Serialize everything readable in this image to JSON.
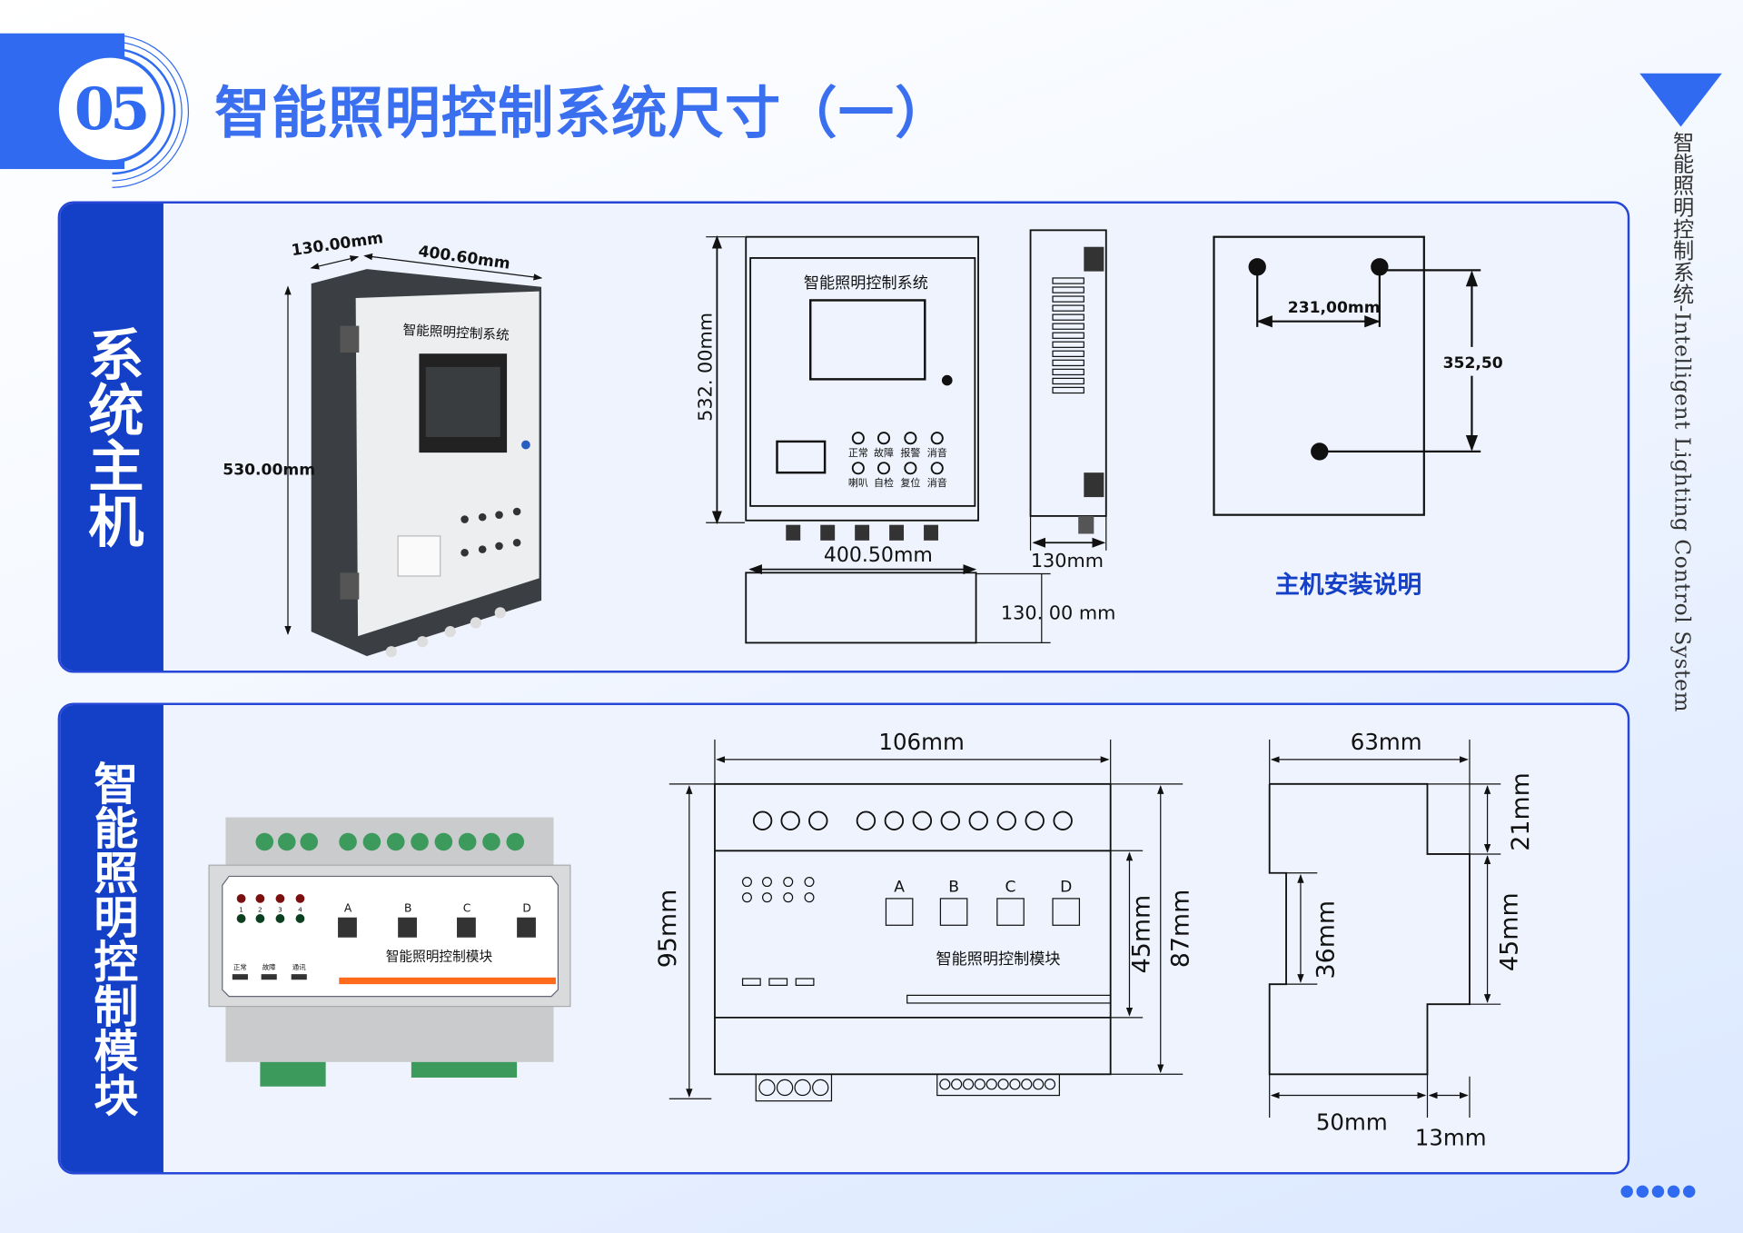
{
  "header": {
    "number": "05",
    "title": "智能照明控制系统尺寸（一）"
  },
  "side_caption": "智能照明控制系统-Intelligent Lighting Control System",
  "section1": {
    "label": "系统主机",
    "photo": {
      "panel_text": "智能照明控制系统",
      "depth": "130.00mm",
      "width": "400.60mm",
      "height": "530.00mm"
    },
    "front_view": {
      "panel_text": "智能照明控制系统",
      "height": "532. 00mm",
      "width": "400.50mm",
      "buttons_row1": [
        "正常",
        "故障",
        "报警",
        "消音"
      ],
      "buttons_row2": [
        "喇叭",
        "自检",
        "复位",
        "消音"
      ]
    },
    "side_view": {
      "depth": "130mm"
    },
    "bottom_view": {
      "depth": "130. 00 mm"
    },
    "mount": {
      "hole_spacing": "231,00mm",
      "vertical_spacing": "352,50",
      "caption": "主机安装说明"
    }
  },
  "section2": {
    "label": "智能照明控制模块",
    "photo": {
      "module_text": "智能照明控制模块",
      "channels": [
        "A",
        "B",
        "C",
        "D"
      ],
      "led_numbers": [
        "1",
        "2",
        "3",
        "4"
      ],
      "status_labels": [
        "正常",
        "故障",
        "通讯"
      ]
    },
    "front_drawing": {
      "module_text": "智能照明控制模块",
      "channels": [
        "A",
        "B",
        "C",
        "D"
      ],
      "width": "106mm",
      "height": "95mm",
      "mid_height": "45mm",
      "body_height": "87mm"
    },
    "side_drawing": {
      "depth": "63mm",
      "top_step": "21mm",
      "mid_step": "45mm",
      "rail": "36mm",
      "base_depth": "50mm",
      "step_depth": "13mm"
    }
  },
  "colors": {
    "accent": "#2f6af0",
    "strip": "#1440c8",
    "caption": "#1440c8",
    "orange": "#ff6a1a"
  }
}
